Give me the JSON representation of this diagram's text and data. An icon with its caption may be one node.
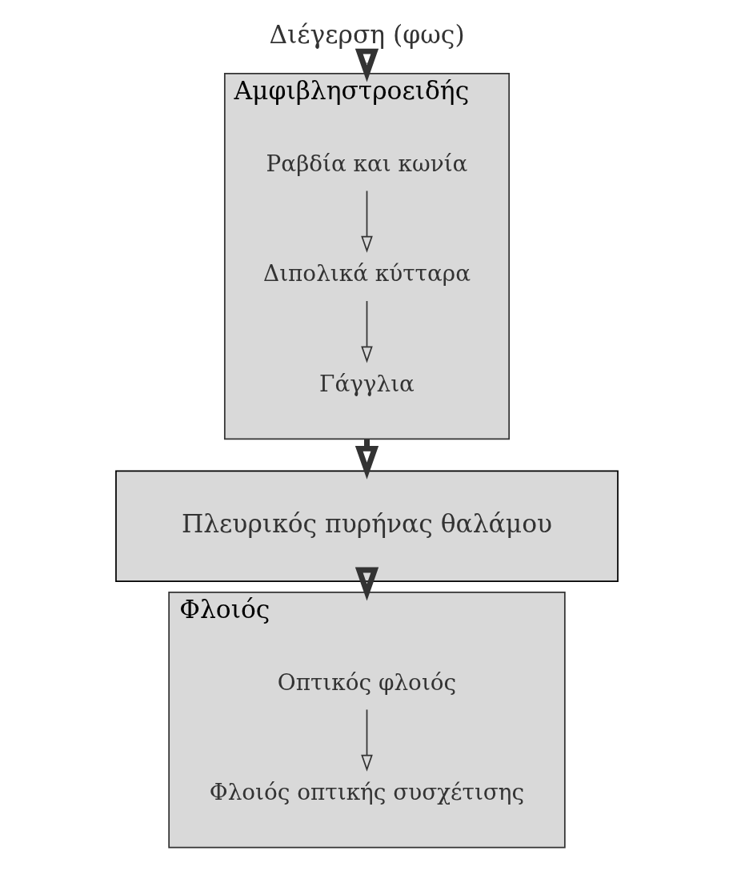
{
  "diagram": {
    "nodes": [
      {
        "text": [
          "Διέγερση (φως)"
        ]
      },
      {
        "text": [
          "Αμφιβληστροειδής"
        ]
      },
      {
        "text": [
          "Ραβδία και κωνία"
        ],
        "in": 1
      },
      {
        "text": [
          "Διπολικά κύτταρα"
        ],
        "in": 1
      },
      {
        "text": [
          "Γάγγλια"
        ],
        "in": 1
      },
      {
        "text": [
          "Πλευρικός πυρήνας θαλάμου"
        ]
      },
      {
        "text": [
          "Φλοιός"
        ]
      },
      {
        "text": [
          "Οπτικός φλοιός"
        ],
        "in": 6
      },
      {
        "text": [
          "Φλοιός οπτικής συσχέτισης"
        ],
        "in": 6
      }
    ],
    "edges": [
      {
        "from": 0,
        "to": 1,
        "arrow": "to",
        "style": "thick"
      },
      {
        "from": 2,
        "to": 3,
        "arrow": "to"
      },
      {
        "from": 3,
        "to": 4,
        "arrow": "to"
      },
      {
        "from": 1,
        "to": 5,
        "arrow": "to",
        "style": "thick"
      },
      {
        "from": 5,
        "to": 6,
        "arrow": "to",
        "style": "thick"
      },
      {
        "from": 7,
        "to": 8,
        "arrow": "to"
      }
    ]
  }
}
